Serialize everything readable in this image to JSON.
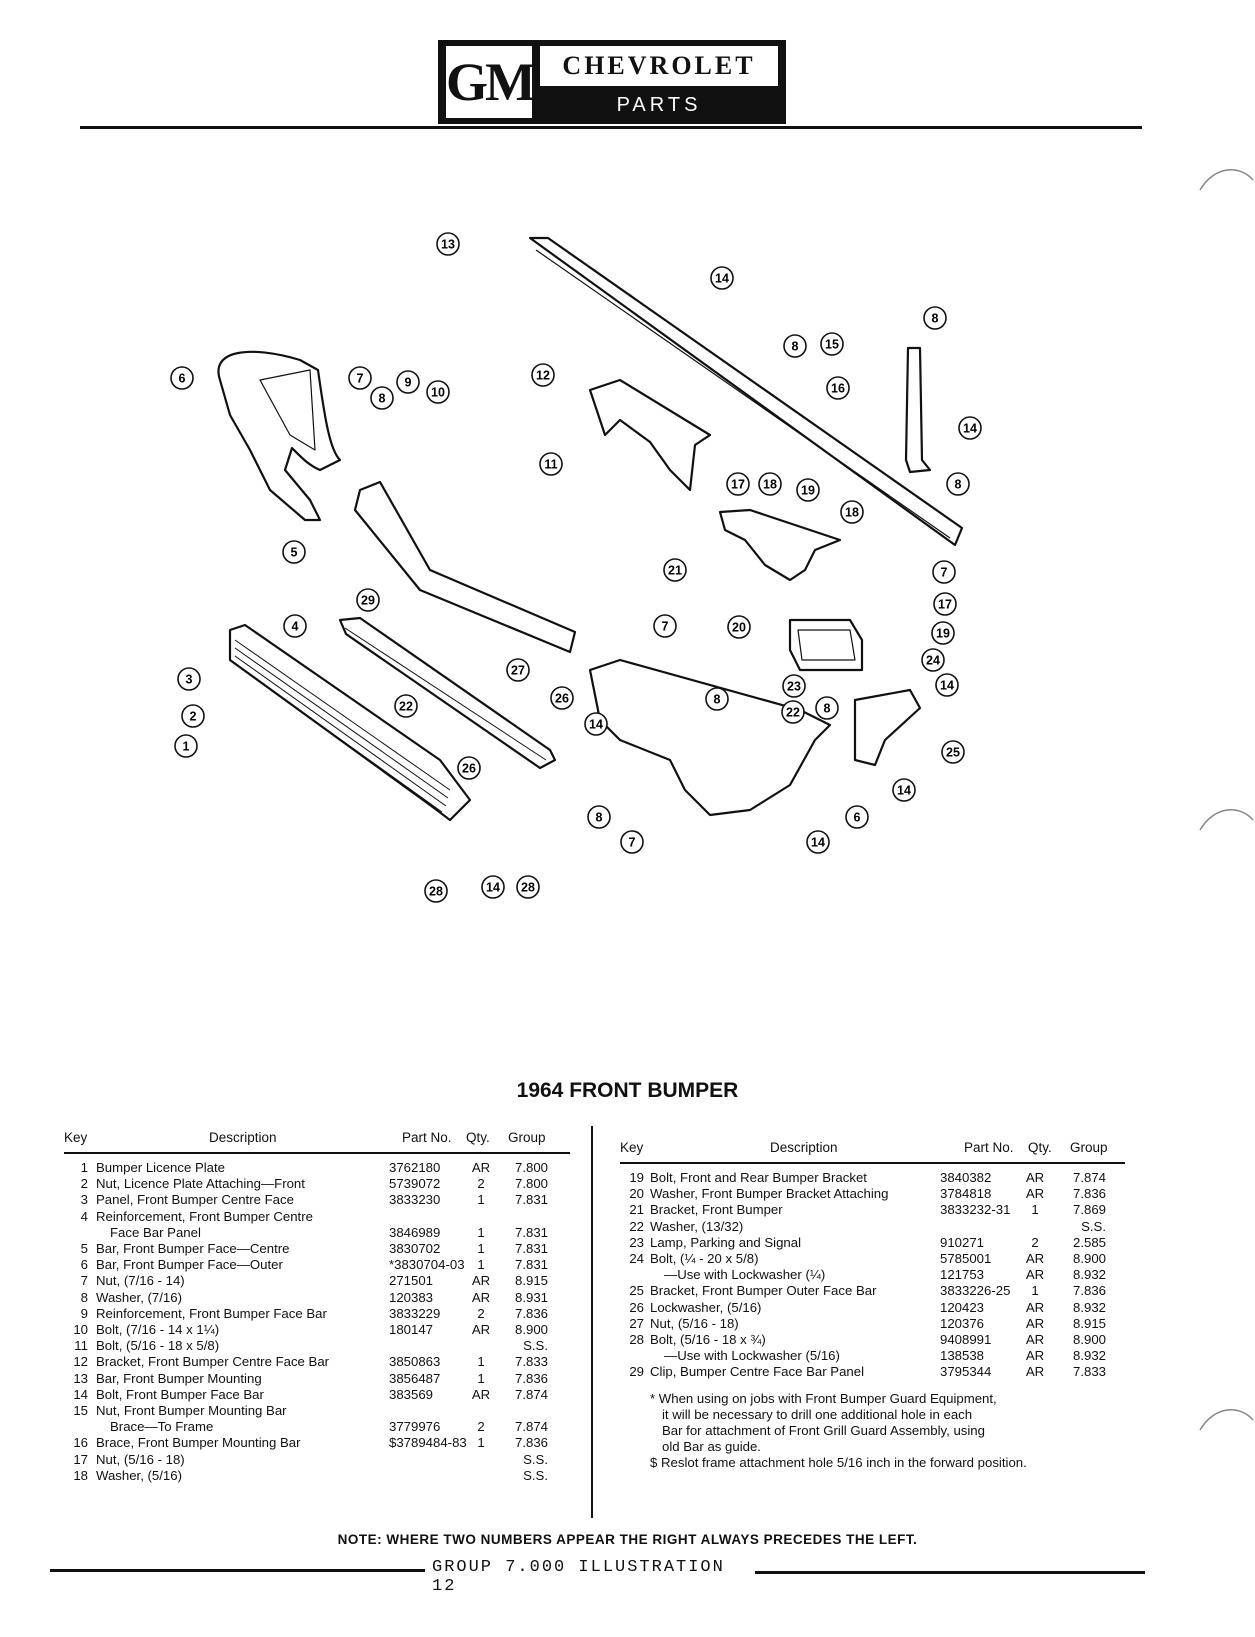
{
  "header": {
    "logo": "GM",
    "brand": "CHEVROLET",
    "subtitle": "PARTS CATALOGUE"
  },
  "title": "1964 FRONT BUMPER",
  "table_headers": {
    "key": "Key",
    "description": "Description",
    "part_no": "Part No.",
    "qty": "Qty.",
    "group": "Group"
  },
  "left_rows": [
    {
      "key": "1",
      "desc": "Bumper Licence Plate",
      "part": "3762180",
      "qty": "AR",
      "group": "7.800"
    },
    {
      "key": "2",
      "desc": "Nut, Licence Plate Attaching—Front",
      "part": "5739072",
      "qty": "2",
      "group": "7.800"
    },
    {
      "key": "3",
      "desc": "Panel, Front Bumper Centre Face",
      "part": "3833230",
      "qty": "1",
      "group": "7.831"
    },
    {
      "key": "4",
      "desc": "Reinforcement, Front Bumper Centre",
      "part": "",
      "qty": "",
      "group": ""
    },
    {
      "key": "",
      "desc": "Face Bar Panel",
      "part": "3846989",
      "qty": "1",
      "group": "7.831"
    },
    {
      "key": "5",
      "desc": "Bar, Front Bumper Face—Centre",
      "part": "3830702",
      "qty": "1",
      "group": "7.831"
    },
    {
      "key": "6",
      "desc": "Bar, Front Bumper Face—Outer",
      "part": "*3830704-03",
      "qty": "1",
      "group": "7.831"
    },
    {
      "key": "7",
      "desc": "Nut, (7/16 - 14)",
      "part": "271501",
      "qty": "AR",
      "group": "8.915"
    },
    {
      "key": "8",
      "desc": "Washer, (7/16)",
      "part": "120383",
      "qty": "AR",
      "group": "8.931"
    },
    {
      "key": "9",
      "desc": "Reinforcement, Front Bumper Face Bar",
      "part": "3833229",
      "qty": "2",
      "group": "7.836"
    },
    {
      "key": "10",
      "desc": "Bolt, (7/16 - 14 x 1¼)",
      "part": "180147",
      "qty": "AR",
      "group": "8.900"
    },
    {
      "key": "11",
      "desc": "Bolt, (5/16 - 18 x 5/8)",
      "part": "",
      "qty": "",
      "group": "S.S."
    },
    {
      "key": "12",
      "desc": "Bracket, Front Bumper Centre Face Bar",
      "part": "3850863",
      "qty": "1",
      "group": "7.833"
    },
    {
      "key": "13",
      "desc": "Bar, Front Bumper Mounting",
      "part": "3856487",
      "qty": "1",
      "group": "7.836"
    },
    {
      "key": "14",
      "desc": "Bolt, Front Bumper Face Bar",
      "part": "383569",
      "qty": "AR",
      "group": "7.874"
    },
    {
      "key": "15",
      "desc": "Nut, Front Bumper Mounting Bar",
      "part": "",
      "qty": "",
      "group": ""
    },
    {
      "key": "",
      "desc": "Brace—To Frame",
      "part": "3779976",
      "qty": "2",
      "group": "7.874"
    },
    {
      "key": "16",
      "desc": "Brace, Front Bumper Mounting Bar",
      "part": "$3789484-83",
      "qty": "1",
      "group": "7.836"
    },
    {
      "key": "17",
      "desc": "Nut, (5/16 - 18)",
      "part": "",
      "qty": "",
      "group": "S.S."
    },
    {
      "key": "18",
      "desc": "Washer, (5/16)",
      "part": "",
      "qty": "",
      "group": "S.S."
    }
  ],
  "right_rows": [
    {
      "key": "19",
      "desc": "Bolt, Front and Rear Bumper Bracket",
      "part": "3840382",
      "qty": "AR",
      "group": "7.874"
    },
    {
      "key": "20",
      "desc": "Washer, Front Bumper Bracket Attaching",
      "part": "3784818",
      "qty": "AR",
      "group": "7.836"
    },
    {
      "key": "21",
      "desc": "Bracket, Front Bumper",
      "part": "3833232-31",
      "qty": "1",
      "group": "7.869"
    },
    {
      "key": "22",
      "desc": "Washer, (13/32)",
      "part": "",
      "qty": "",
      "group": "S.S."
    },
    {
      "key": "23",
      "desc": "Lamp, Parking and Signal",
      "part": "910271",
      "qty": "2",
      "group": "2.585"
    },
    {
      "key": "24",
      "desc": "Bolt, (¼ - 20 x 5/8)",
      "part": "5785001",
      "qty": "AR",
      "group": "8.900"
    },
    {
      "key": "",
      "desc": "—Use with Lockwasher (¼)",
      "part": "121753",
      "qty": "AR",
      "group": "8.932"
    },
    {
      "key": "25",
      "desc": "Bracket, Front Bumper Outer Face Bar",
      "part": "3833226-25",
      "qty": "1",
      "group": "7.836"
    },
    {
      "key": "26",
      "desc": "Lockwasher, (5/16)",
      "part": "120423",
      "qty": "AR",
      "group": "8.932"
    },
    {
      "key": "27",
      "desc": "Nut, (5/16 - 18)",
      "part": "120376",
      "qty": "AR",
      "group": "8.915"
    },
    {
      "key": "28",
      "desc": "Bolt, (5/16 - 18 x ¾)",
      "part": "9408991",
      "qty": "AR",
      "group": "8.900"
    },
    {
      "key": "",
      "desc": "—Use with Lockwasher (5/16)",
      "part": "138538",
      "qty": "AR",
      "group": "8.932"
    },
    {
      "key": "29",
      "desc": "Clip, Bumper Centre Face Bar Panel",
      "part": "3795344",
      "qty": "AR",
      "group": "7.833"
    }
  ],
  "footnotes": [
    "* When using on jobs with Front Bumper Guard Equipment,",
    "it will be necessary to drill one additional hole in each",
    "Bar for attachment of Front Grill Guard Assembly, using",
    "old Bar as guide.",
    "$ Reslot frame attachment hole 5/16 inch in the forward position."
  ],
  "note": "NOTE: WHERE TWO NUMBERS APPEAR THE RIGHT ALWAYS PRECEDES THE LEFT.",
  "footer": "GROUP 7.000 ILLUSTRATION 12",
  "callouts": [
    {
      "n": "13"
    },
    {
      "n": "14"
    },
    {
      "n": "8"
    },
    {
      "n": "15"
    },
    {
      "n": "8"
    },
    {
      "n": "16"
    },
    {
      "n": "14"
    },
    {
      "n": "8"
    },
    {
      "n": "6"
    },
    {
      "n": "7"
    },
    {
      "n": "8"
    },
    {
      "n": "9"
    },
    {
      "n": "10"
    },
    {
      "n": "12"
    },
    {
      "n": "11"
    },
    {
      "n": "17"
    },
    {
      "n": "18"
    },
    {
      "n": "19"
    },
    {
      "n": "18"
    },
    {
      "n": "5"
    },
    {
      "n": "21"
    },
    {
      "n": "7"
    },
    {
      "n": "17"
    },
    {
      "n": "20"
    },
    {
      "n": "19"
    },
    {
      "n": "29"
    },
    {
      "n": "4"
    },
    {
      "n": "7"
    },
    {
      "n": "24"
    },
    {
      "n": "3"
    },
    {
      "n": "27"
    },
    {
      "n": "26"
    },
    {
      "n": "23"
    },
    {
      "n": "14"
    },
    {
      "n": "2"
    },
    {
      "n": "22"
    },
    {
      "n": "8"
    },
    {
      "n": "22"
    },
    {
      "n": "8"
    },
    {
      "n": "25"
    },
    {
      "n": "1"
    },
    {
      "n": "14"
    },
    {
      "n": "26"
    },
    {
      "n": "14"
    },
    {
      "n": "8"
    },
    {
      "n": "6"
    },
    {
      "n": "7"
    },
    {
      "n": "14"
    },
    {
      "n": "28"
    },
    {
      "n": "14"
    },
    {
      "n": "28"
    }
  ]
}
